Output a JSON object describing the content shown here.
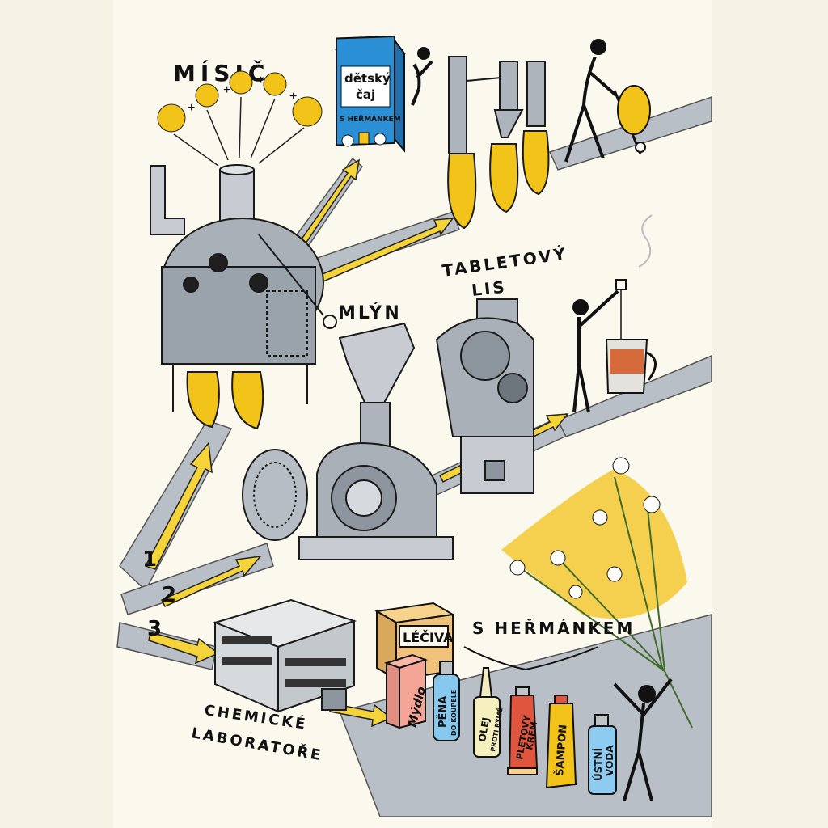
{
  "labels": {
    "misic": "MÍSIČ",
    "mlyn": "MLÝN",
    "tabletovy": "TABLETOVÝ",
    "lis": "LIS",
    "chemicke": "CHEMICKÉ",
    "laboratore": "LABORATOŘE",
    "s_hermankem": "S HEŘMÁNKEM"
  },
  "route_numbers": [
    "1",
    "2",
    "3"
  ],
  "tea_box": {
    "line1": "dětský",
    "line2": "čaj",
    "line3": "S HEŘMÁNKEM"
  },
  "products": {
    "leciva": "LÉČIVA",
    "mydlo": "Mýdlo",
    "pena": "PĚNA",
    "pena_sub": "DO KOUPELE",
    "olej": "OLEJ",
    "olej_sub": "PROTI RÝMĚ",
    "pletovy": "PLETOVÝ",
    "krem": "KRÉM",
    "sampon": "ŠAMPON",
    "ustni": "ÚSTNÍ",
    "voda": "VODA"
  },
  "colors": {
    "paper": "#fbf8ee",
    "road": "#b9bfc6",
    "arrow": "#f4d43a",
    "chamomile_yellow": "#f2c318",
    "box_blue": "#2b8fd6",
    "ink": "#111111"
  }
}
